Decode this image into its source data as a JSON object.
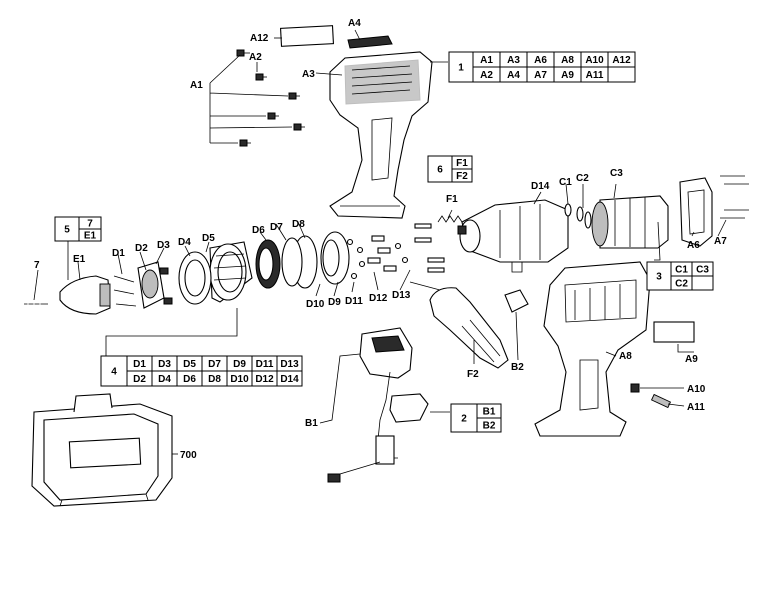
{
  "labels": {
    "A1": "A1",
    "A2": "A2",
    "A3": "A3",
    "A4": "A4",
    "A6": "A6",
    "A7": "A7",
    "A8": "A8",
    "A9": "A9",
    "A10": "A10",
    "A11": "A11",
    "A12": "A12",
    "B1": "B1",
    "B2": "B2",
    "C1": "C1",
    "C2": "C2",
    "C3": "C3",
    "D1": "D1",
    "D2": "D2",
    "D3": "D3",
    "D4": "D4",
    "D5": "D5",
    "D6": "D6",
    "D7": "D7",
    "D8": "D8",
    "D9": "D9",
    "D10": "D10",
    "D11": "D11",
    "D12": "D12",
    "D13": "D13",
    "D14": "D14",
    "E1": "E1",
    "F1": "F1",
    "F2": "F2",
    "7": "7",
    "700": "700"
  },
  "groups": {
    "g1": {
      "num": "1",
      "rows": [
        [
          "A1",
          "A3",
          "A6",
          "A8",
          "A10",
          "A12"
        ],
        [
          "A2",
          "A4",
          "A7",
          "A9",
          "A11",
          ""
        ]
      ]
    },
    "g2": {
      "num": "2",
      "rows": [
        [
          "B1"
        ],
        [
          "B2"
        ]
      ]
    },
    "g3": {
      "num": "3",
      "rows": [
        [
          "C1",
          "C3"
        ],
        [
          "C2",
          ""
        ]
      ]
    },
    "g4": {
      "num": "4",
      "rows": [
        [
          "D1",
          "D3",
          "D5",
          "D7",
          "D9",
          "D11",
          "D13"
        ],
        [
          "D2",
          "D4",
          "D6",
          "D8",
          "D10",
          "D12",
          "D14"
        ]
      ]
    },
    "g5": {
      "num": "5",
      "rows": [
        [
          "7"
        ],
        [
          "E1"
        ]
      ]
    },
    "g6": {
      "num": "6",
      "rows": [
        [
          "F1"
        ],
        [
          "F2"
        ]
      ]
    }
  }
}
